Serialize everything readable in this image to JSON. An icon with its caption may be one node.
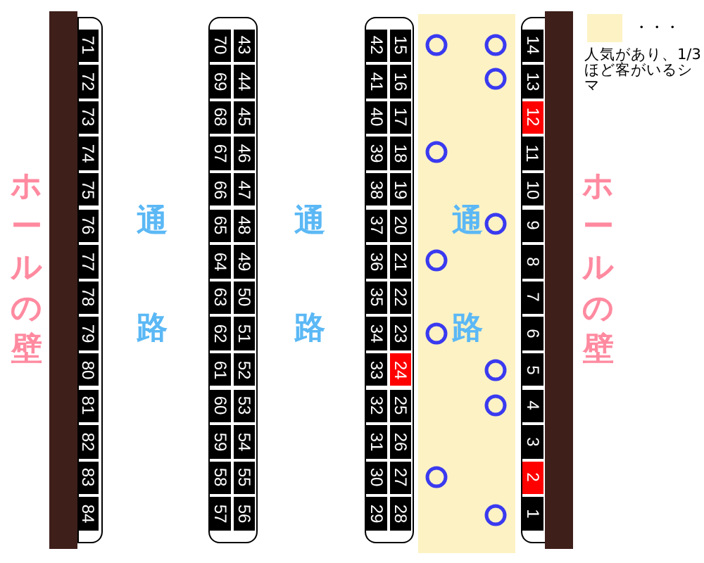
{
  "diagram": {
    "nodes": [
      {
        "text": [],
        "shape": "box"
      },
      {
        "text": [
          "71"
        ],
        "in": 0
      },
      {
        "text": [
          "72"
        ],
        "in": 0
      },
      {
        "text": [
          "73"
        ],
        "in": 0
      },
      {
        "text": [
          "74"
        ],
        "in": 0
      },
      {
        "text": [
          "75"
        ],
        "in": 0
      },
      {
        "text": [
          "76"
        ],
        "in": 0
      },
      {
        "text": [
          "77"
        ],
        "in": 0
      },
      {
        "text": [
          "78"
        ],
        "in": 0
      },
      {
        "text": [
          "79"
        ],
        "in": 0
      },
      {
        "text": [
          "80"
        ],
        "in": 0
      },
      {
        "text": [
          "81"
        ],
        "in": 0
      },
      {
        "text": [
          "82"
        ],
        "in": 0
      },
      {
        "text": [
          "83"
        ],
        "in": 0
      },
      {
        "text": [
          "84"
        ],
        "in": 0
      },
      {
        "text": [],
        "shape": "box"
      },
      {
        "text": [
          "70"
        ],
        "in": 15
      },
      {
        "text": [
          "69"
        ],
        "in": 15
      },
      {
        "text": [
          "68"
        ],
        "in": 15
      },
      {
        "text": [
          "67"
        ],
        "in": 15
      },
      {
        "text": [
          "66"
        ],
        "in": 15
      },
      {
        "text": [
          "65"
        ],
        "in": 15
      },
      {
        "text": [
          "64"
        ],
        "in": 15
      },
      {
        "text": [
          "63"
        ],
        "in": 15
      },
      {
        "text": [
          "62"
        ],
        "in": 15
      },
      {
        "text": [
          "61"
        ],
        "in": 15
      },
      {
        "text": [
          "60"
        ],
        "in": 15
      },
      {
        "text": [
          "59"
        ],
        "in": 15
      },
      {
        "text": [
          "58"
        ],
        "in": 15
      },
      {
        "text": [
          "57"
        ],
        "in": 15
      },
      {
        "text": [
          "43"
        ],
        "in": 15
      },
      {
        "text": [
          "44"
        ],
        "in": 15
      },
      {
        "text": [
          "45"
        ],
        "in": 15
      },
      {
        "text": [
          "46"
        ],
        "in": 15
      },
      {
        "text": [
          "47"
        ],
        "in": 15
      },
      {
        "text": [
          "48"
        ],
        "in": 15
      },
      {
        "text": [
          "49"
        ],
        "in": 15
      },
      {
        "text": [
          "50"
        ],
        "in": 15
      },
      {
        "text": [
          "51"
        ],
        "in": 15
      },
      {
        "text": [
          "52"
        ],
        "in": 15
      },
      {
        "text": [
          "53"
        ],
        "in": 15
      },
      {
        "text": [
          "54"
        ],
        "in": 15
      },
      {
        "text": [
          "55"
        ],
        "in": 15
      },
      {
        "text": [
          "56"
        ],
        "in": 15
      },
      {
        "text": [],
        "shape": "box"
      },
      {
        "text": [
          "42"
        ],
        "in": 44
      },
      {
        "text": [
          "41"
        ],
        "in": 44
      },
      {
        "text": [
          "40"
        ],
        "in": 44
      },
      {
        "text": [
          "39"
        ],
        "in": 44
      },
      {
        "text": [
          "38"
        ],
        "in": 44
      },
      {
        "text": [
          "37"
        ],
        "in": 44
      },
      {
        "text": [
          "36"
        ],
        "in": 44
      },
      {
        "text": [
          "35"
        ],
        "in": 44
      },
      {
        "text": [
          "34"
        ],
        "in": 44
      },
      {
        "text": [
          "33"
        ],
        "in": 44
      },
      {
        "text": [
          "32"
        ],
        "in": 44
      },
      {
        "text": [
          "31"
        ],
        "in": 44
      },
      {
        "text": [
          "30"
        ],
        "in": 44
      },
      {
        "text": [
          "29"
        ],
        "in": 44
      },
      {
        "text": [
          "15"
        ],
        "in": 44
      },
      {
        "text": [
          "16"
        ],
        "in": 44
      },
      {
        "text": [
          "17"
        ],
        "in": 44
      },
      {
        "text": [
          "18"
        ],
        "in": 44
      },
      {
        "text": [
          "19"
        ],
        "in": 44
      },
      {
        "text": [
          "20"
        ],
        "in": 44
      },
      {
        "text": [
          "21"
        ],
        "in": 44
      },
      {
        "text": [
          "22"
        ],
        "in": 44
      },
      {
        "text": [
          "23"
        ],
        "in": 44
      },
      {
        "text": [
          "24"
        ],
        "in": 44
      },
      {
        "text": [
          "25"
        ],
        "in": 44
      },
      {
        "text": [
          "26"
        ],
        "in": 44
      },
      {
        "text": [
          "27"
        ],
        "in": 44
      },
      {
        "text": [
          "28"
        ],
        "in": 44
      },
      {
        "text": [
          "通路"
        ]
      },
      {
        "text": [],
        "shape": "box"
      },
      {
        "text": [
          "14"
        ],
        "in": 74
      },
      {
        "text": [
          "13"
        ],
        "in": 74
      },
      {
        "text": [
          "12"
        ],
        "in": 74
      },
      {
        "text": [
          "11"
        ],
        "in": 74
      },
      {
        "text": [
          "10"
        ],
        "in": 74
      },
      {
        "text": [
          "9"
        ],
        "in": 74
      },
      {
        "text": [
          "8"
        ],
        "in": 74
      },
      {
        "text": [
          "7"
        ],
        "in": 74
      },
      {
        "text": [
          "6"
        ],
        "in": 74
      },
      {
        "text": [
          "5"
        ],
        "in": 74
      },
      {
        "text": [
          "4"
        ],
        "in": 74
      },
      {
        "text": [
          "3"
        ],
        "in": 74
      },
      {
        "text": [
          "2"
        ],
        "in": 74
      },
      {
        "text": [
          "1"
        ],
        "in": 74
      },
      {
        "text": [],
        "shape": "bar",
        "beside": [
          "ホールの壁"
        ]
      },
      {
        "text": [],
        "shape": "bar",
        "beside": [
          "ホールの壁"
        ]
      }
    ],
    "labels": [
      "通路",
      "通路",
      "人気があり、1/3ほど客がいるシマ"
    ],
    "legend": [
      {
        "text": "・・・",
        "color": "#fdf2c4"
      }
    ]
  }
}
